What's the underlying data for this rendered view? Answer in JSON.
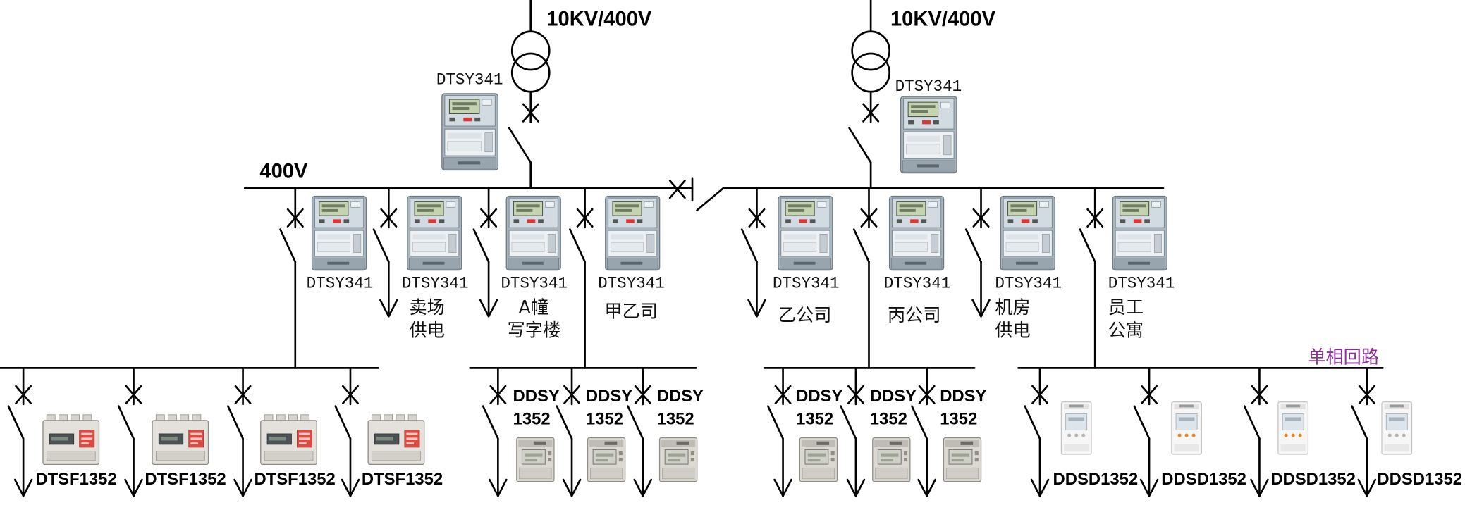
{
  "colors": {
    "wire": "#000000",
    "note": "#8b2f96"
  },
  "transformers": [
    {
      "rating": "10KV/400V",
      "meter": "DTSY341"
    },
    {
      "rating": "10KV/400V",
      "meter": "DTSY341"
    }
  ],
  "bus": {
    "voltage": "400V"
  },
  "feeders": [
    {
      "meter": "DTSY341",
      "load": []
    },
    {
      "meter": "DTSY341",
      "load": [
        "卖场",
        "供电"
      ]
    },
    {
      "meter": "DTSY341",
      "load": [
        "A幢",
        "写字楼"
      ]
    },
    {
      "meter": "DTSY341",
      "load": [
        "甲乙司"
      ]
    },
    {
      "meter": "DTSY341",
      "load": [
        "乙公司"
      ]
    },
    {
      "meter": "DTSY341",
      "load": [
        "丙公司"
      ]
    },
    {
      "meter": "DTSY341",
      "load": [
        "机房",
        "供电"
      ]
    },
    {
      "meter": "DTSY341",
      "load": [
        "员工",
        "公寓"
      ]
    }
  ],
  "branch_groups": [
    {
      "meters": [
        "DTSF1352",
        "DTSF1352",
        "DTSF1352",
        "DTSF1352"
      ]
    },
    {
      "meters": [
        [
          "DDSY",
          "1352"
        ],
        [
          "DDSY",
          "1352"
        ],
        [
          "DDSY",
          "1352"
        ]
      ]
    },
    {
      "meters": [
        [
          "DDSY",
          "1352"
        ],
        [
          "DDSY",
          "1352"
        ],
        [
          "DDSY",
          "1352"
        ]
      ]
    },
    {
      "label": "单相回路",
      "meters": [
        "DDSD1352",
        "DDSD1352",
        "DDSD1352",
        "DDSD1352"
      ]
    }
  ]
}
